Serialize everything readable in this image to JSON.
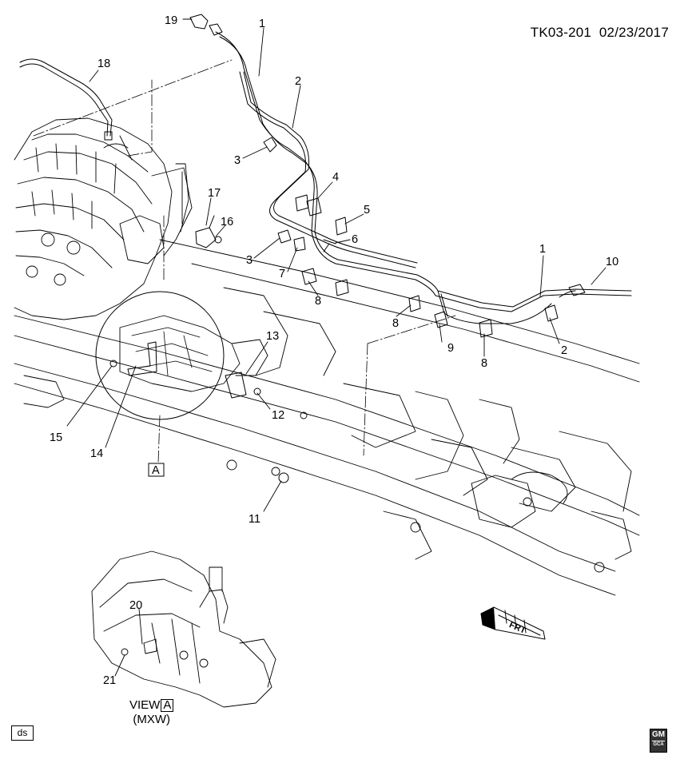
{
  "header": {
    "doc_code": "TK03-201",
    "date": "02/23/2017"
  },
  "callouts": [
    {
      "id": "c1a",
      "label": "1"
    },
    {
      "id": "c1b",
      "label": "1"
    },
    {
      "id": "c2a",
      "label": "2"
    },
    {
      "id": "c2b",
      "label": "2"
    },
    {
      "id": "c3a",
      "label": "3"
    },
    {
      "id": "c3b",
      "label": "3"
    },
    {
      "id": "c4",
      "label": "4"
    },
    {
      "id": "c5",
      "label": "5"
    },
    {
      "id": "c6",
      "label": "6"
    },
    {
      "id": "c7",
      "label": "7"
    },
    {
      "id": "c8a",
      "label": "8"
    },
    {
      "id": "c8b",
      "label": "8"
    },
    {
      "id": "c8c",
      "label": "8"
    },
    {
      "id": "c9",
      "label": "9"
    },
    {
      "id": "c10",
      "label": "10"
    },
    {
      "id": "c11",
      "label": "11"
    },
    {
      "id": "c12",
      "label": "12"
    },
    {
      "id": "c13",
      "label": "13"
    },
    {
      "id": "c14",
      "label": "14"
    },
    {
      "id": "c15",
      "label": "15"
    },
    {
      "id": "c16",
      "label": "16"
    },
    {
      "id": "c17",
      "label": "17"
    },
    {
      "id": "c18",
      "label": "18"
    },
    {
      "id": "c19",
      "label": "19"
    },
    {
      "id": "c20",
      "label": "20"
    },
    {
      "id": "c21",
      "label": "21"
    }
  ],
  "view_ref": "A",
  "view_caption": {
    "prefix": "VIEW",
    "letter": "A",
    "variant": "(MXW)"
  },
  "front_arrow": "FRT",
  "ds_tag": "ds",
  "logo": {
    "text": "GM",
    "sub": "GCA",
    "icon": "gm-logo-icon"
  },
  "colors": {
    "line": "#000000",
    "background": "#ffffff"
  }
}
